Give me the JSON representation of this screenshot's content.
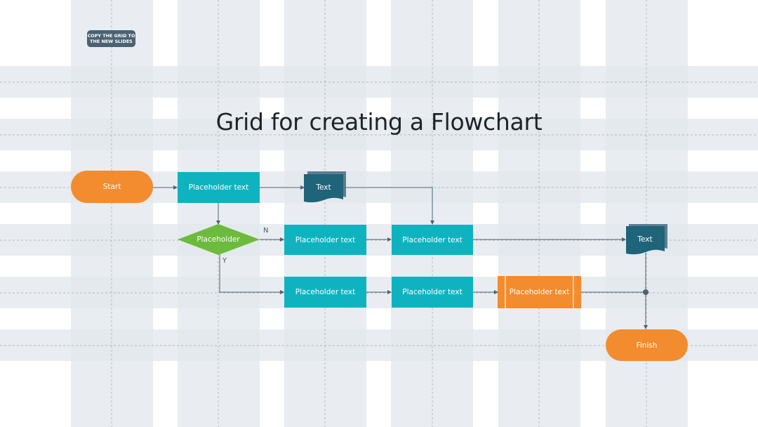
{
  "title": "Grid for creating a Flowchart",
  "badge": {
    "line1": "COPY THE GRID TO",
    "line2": "THE NEW SLIDES"
  },
  "nodes": {
    "start": "Start",
    "process_1": "Placeholder text",
    "document_1": "Text",
    "decision": "Placeholder",
    "process_2": "Placeholder text",
    "process_3": "Placeholder text",
    "document_2": "Text",
    "process_4": "Placeholder text",
    "process_5": "Placeholder text",
    "predefined": "Placeholder text",
    "finish": "Finish"
  },
  "edge_labels": {
    "no": "N",
    "yes": "Y"
  },
  "colors": {
    "terminal": "#f28c2e",
    "process": "#0fb3c0",
    "decision": "#6cbb3c",
    "document": "#1f6479",
    "document_shadow": "#5b7d92",
    "connector": "#4b6272",
    "grid_column": "#e9edf1",
    "grid_row": "#e2e7ec"
  }
}
